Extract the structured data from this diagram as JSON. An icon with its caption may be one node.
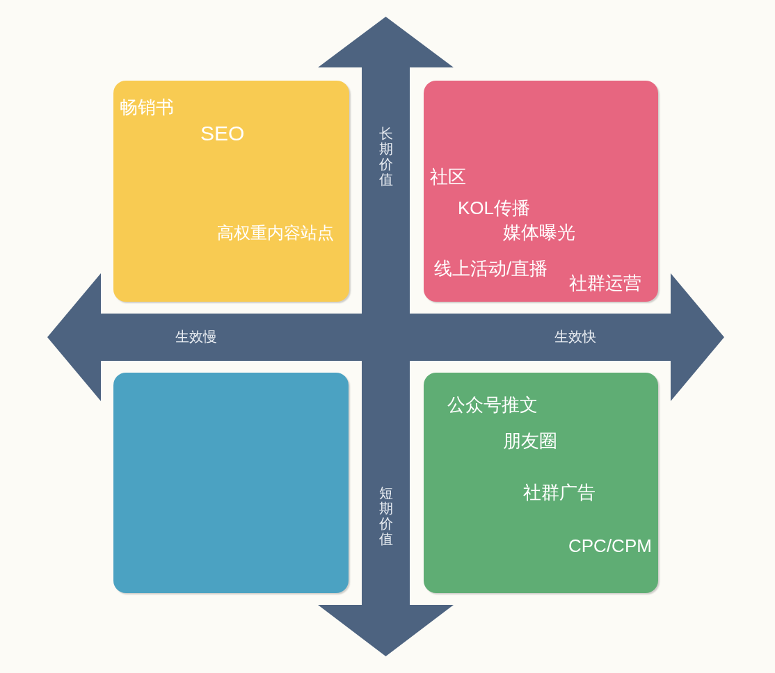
{
  "diagram": {
    "nodes": [
      {
        "text": [
          "畅销书",
          "SEO",
          "高权重内容站点"
        ]
      },
      {
        "text": [
          "社区",
          "KOL传播",
          "媒体曝光",
          "线上活动/直播",
          "社群运营"
        ]
      },
      {
        "text": [],
        "shape": "box"
      },
      {
        "text": [
          "公众号推文",
          "朋友圈",
          "社群广告",
          "CPC/CPM"
        ]
      }
    ],
    "labels": [
      "长期价值",
      "生效慢",
      "生效快",
      "短期价值"
    ]
  }
}
